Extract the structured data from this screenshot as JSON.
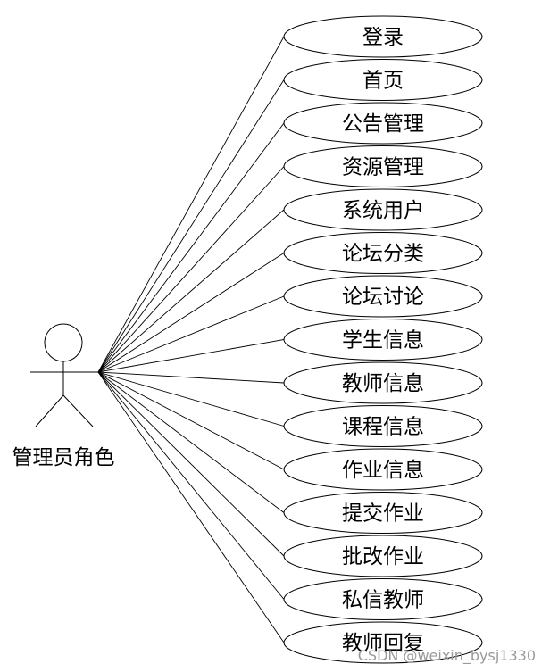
{
  "actor": {
    "name": "管理员角色"
  },
  "use_cases": [
    "登录",
    "首页",
    "公告管理",
    "资源管理",
    "系统用户",
    "论坛分类",
    "论坛讨论",
    "学生信息",
    "教师信息",
    "课程信息",
    "作业信息",
    "提交作业",
    "批改作业",
    "私信教师",
    "教师回复"
  ],
  "watermark": "CSDN @weixin_bysj1330"
}
